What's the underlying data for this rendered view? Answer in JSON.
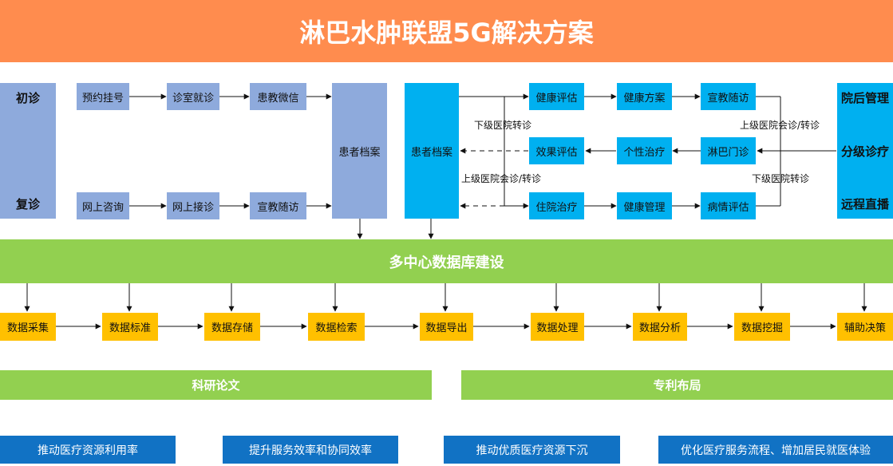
{
  "title": "淋巴水肿联盟5G解决方案",
  "left_side": {
    "first": "初诊",
    "return": "复诊"
  },
  "first_row": [
    "预约挂号",
    "诊室就诊",
    "患教微信"
  ],
  "return_row": [
    "网上咨询",
    "网上接诊",
    "宣教随访"
  ],
  "archive_left": "患者档案",
  "archive_right": "患者档案",
  "right_top_row": [
    "健康评估",
    "健康方案",
    "宣教随访"
  ],
  "right_mid_row": [
    "效果评估",
    "个性治疗",
    "淋巴门诊"
  ],
  "right_bottom_row": [
    "住院治疗",
    "健康管理",
    "病情评估"
  ],
  "edge_labels": {
    "down_transfer_left": "下级医院转诊",
    "up_consult_left": "上级医院会诊/转诊",
    "up_consult_right": "上级医院会诊/转诊",
    "down_transfer_right": "下级医院转诊"
  },
  "right_side": {
    "a": "院后管理",
    "b": "分级诊疗",
    "c": "远程直播"
  },
  "database": "多中心数据库建设",
  "pipeline": [
    "数据采集",
    "数据标准",
    "数据存储",
    "数据检索",
    "数据导出",
    "数据处理",
    "数据分析",
    "数据挖掘",
    "辅助决策"
  ],
  "outputs": {
    "research": "科研论文",
    "patent": "专利布局"
  },
  "goals": [
    "推动医疗资源利用率",
    "提升服务效率和协同效率",
    "推动优质医疗资源下沉",
    "优化医疗服务流程、增加居民就医体验"
  ],
  "colors": {
    "title_bg": "#ff8c4e",
    "purple": "#8eaadc",
    "blue": "#00b0f0",
    "green": "#92d050",
    "yellow": "#ffc000",
    "navy": "#1172c4"
  }
}
